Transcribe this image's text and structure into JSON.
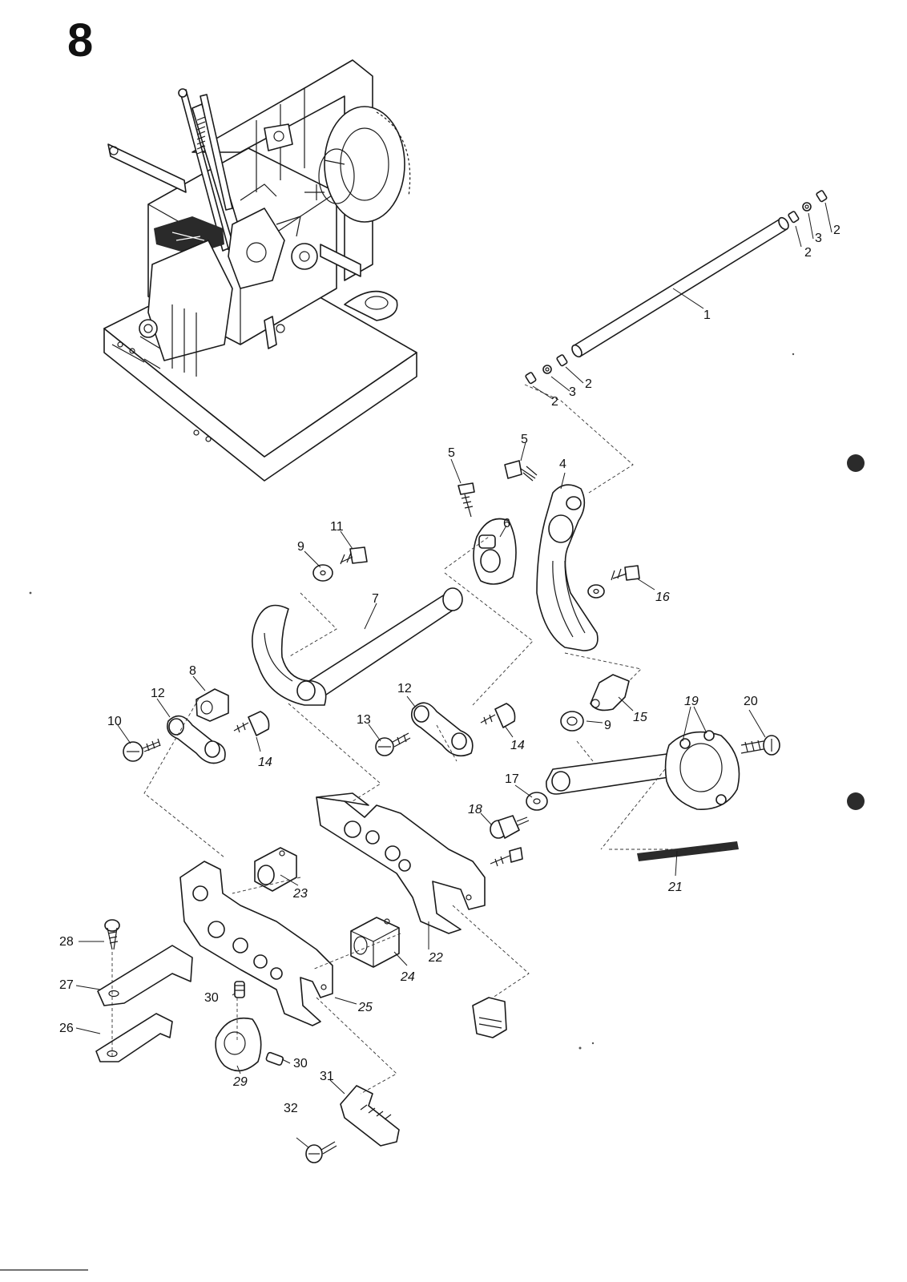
{
  "page": {
    "number": "8"
  },
  "callouts": [
    {
      "id": "c1",
      "text": "1"
    },
    {
      "id": "c2a",
      "text": "2"
    },
    {
      "id": "c3a",
      "text": "3"
    },
    {
      "id": "c2b",
      "text": "2"
    },
    {
      "id": "c2c",
      "text": "2"
    },
    {
      "id": "c3b",
      "text": "3"
    },
    {
      "id": "c2d",
      "text": "2"
    },
    {
      "id": "c4",
      "text": "4"
    },
    {
      "id": "c5a",
      "text": "5"
    },
    {
      "id": "c5b",
      "text": "5"
    },
    {
      "id": "c6",
      "text": "6"
    },
    {
      "id": "c7",
      "text": "7"
    },
    {
      "id": "c8",
      "text": "8"
    },
    {
      "id": "c9a",
      "text": "9"
    },
    {
      "id": "c9b",
      "text": "9"
    },
    {
      "id": "c10",
      "text": "10"
    },
    {
      "id": "c11",
      "text": "11"
    },
    {
      "id": "c12a",
      "text": "12"
    },
    {
      "id": "c12b",
      "text": "12"
    },
    {
      "id": "c13",
      "text": "13"
    },
    {
      "id": "c14a",
      "text": "14"
    },
    {
      "id": "c14b",
      "text": "14"
    },
    {
      "id": "c15",
      "text": "15"
    },
    {
      "id": "c16",
      "text": "16"
    },
    {
      "id": "c17",
      "text": "17"
    },
    {
      "id": "c18",
      "text": "18"
    },
    {
      "id": "c19",
      "text": "19"
    },
    {
      "id": "c20",
      "text": "20"
    },
    {
      "id": "c21",
      "text": "21"
    },
    {
      "id": "c22",
      "text": "22"
    },
    {
      "id": "c23",
      "text": "23"
    },
    {
      "id": "c24",
      "text": "24"
    },
    {
      "id": "c25",
      "text": "25"
    },
    {
      "id": "c26",
      "text": "26"
    },
    {
      "id": "c27",
      "text": "27"
    },
    {
      "id": "c28",
      "text": "28"
    },
    {
      "id": "c29",
      "text": "29"
    },
    {
      "id": "c30a",
      "text": "30"
    },
    {
      "id": "c30b",
      "text": "30"
    },
    {
      "id": "c31",
      "text": "31"
    },
    {
      "id": "c32",
      "text": "32"
    }
  ]
}
